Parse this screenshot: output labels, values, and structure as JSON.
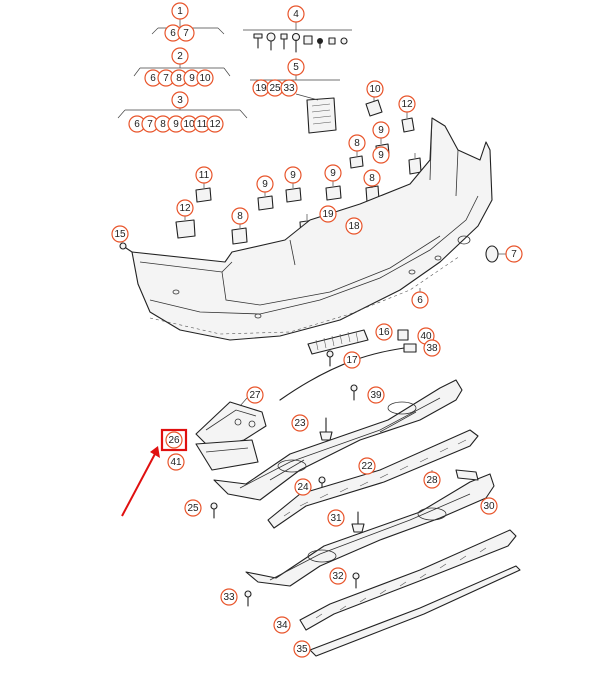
{
  "diagram": {
    "accent_color": "#e8542a",
    "highlight_color": "#e01010",
    "callout_groups": [
      {
        "label": "1",
        "subs": [
          "6",
          "7"
        ]
      },
      {
        "label": "2",
        "subs": [
          "6",
          "7",
          "8",
          "9",
          "10"
        ]
      },
      {
        "label": "3",
        "subs": [
          "6",
          "7",
          "8",
          "9",
          "10",
          "11",
          "12"
        ]
      },
      {
        "label": "4",
        "subs": []
      },
      {
        "label": "5",
        "subs": [
          "19",
          "25",
          "33"
        ]
      }
    ],
    "callouts": [
      "10",
      "12",
      "9",
      "8",
      "9",
      "9",
      "11",
      "9",
      "9",
      "8",
      "12",
      "8",
      "19",
      "18",
      "15",
      "7",
      "6",
      "16",
      "40",
      "38",
      "17",
      "27",
      "39",
      "23",
      "26",
      "22",
      "41",
      "24",
      "28",
      "25",
      "31",
      "30",
      "32",
      "33",
      "34",
      "35"
    ],
    "highlighted_callout": "26"
  }
}
